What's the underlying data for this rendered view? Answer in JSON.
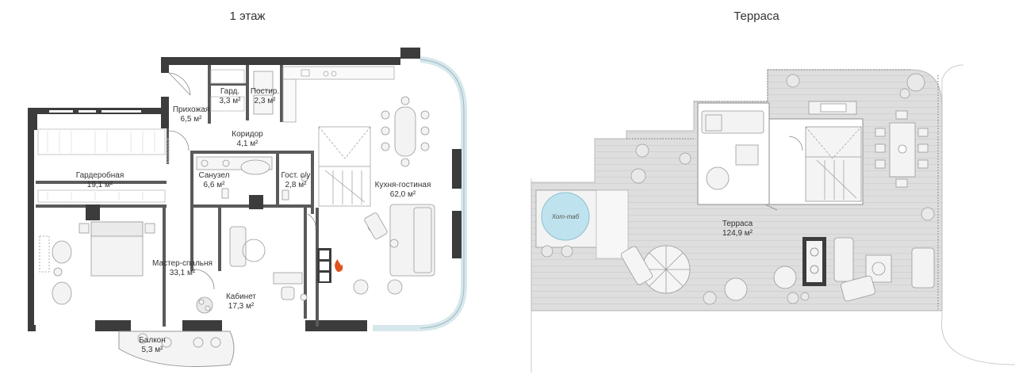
{
  "floor_title": "1 этаж",
  "terrace_title": "Терраса",
  "rooms": [
    {
      "name": "Прихожая",
      "area": "6,5 м²"
    },
    {
      "name": "Гард.",
      "area": "3,3 м²"
    },
    {
      "name": "Постир.",
      "area": "2,3 м²"
    },
    {
      "name": "Коридор",
      "area": "4,1 м²"
    },
    {
      "name": "Гардеробная",
      "area": "19,1 м²"
    },
    {
      "name": "Санузел",
      "area": "6,6 м²"
    },
    {
      "name": "Гост. с/у",
      "area": "2,8 м²"
    },
    {
      "name": "Кухня-гостиная",
      "area": "62,0 м²"
    },
    {
      "name": "Мастер-спальня",
      "area": "33,1 м²"
    },
    {
      "name": "Кабинет",
      "area": "17,3 м²"
    },
    {
      "name": "Балкон",
      "area": "5,3 м²"
    }
  ],
  "terrace": {
    "name": "Терраса",
    "area": "124,9 м²",
    "tub_label": "Хот-таб"
  },
  "colors": {
    "wall": "#3c3c3c",
    "glass": "#d6e8ec",
    "floor_line": "#d9d9d9",
    "deck": "#dcdcdc",
    "fire": "#e0521c",
    "tub": "#bfe3ee"
  },
  "icons": [
    "fireplace-icon",
    "bed-icon",
    "sofa-icon",
    "bathtub-icon",
    "plant-icon",
    "stair-icon",
    "table-icon",
    "umbrella-icon",
    "hot-tub-icon"
  ]
}
